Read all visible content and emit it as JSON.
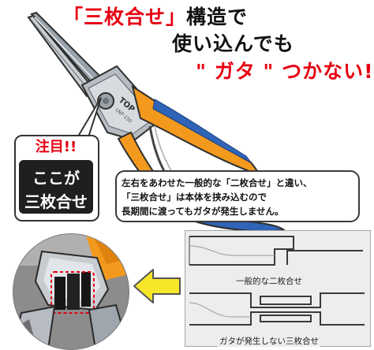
{
  "headline": {
    "line1_quoted": "「三枚合せ」",
    "line1_rest": "構造で",
    "line2": "使い込んでも",
    "line3": "\" ガタ \" つかない!"
  },
  "tool": {
    "brand_mark": "TOP",
    "model": "LNP-150"
  },
  "callout": {
    "attention": "注目!!",
    "line1": "ここが",
    "line2": "三枚合せ"
  },
  "info": {
    "line1": "左右をあわせた一般的な「二枚合せ」と違い、",
    "line2": "「三枚合せ」は本体を挟み込むので",
    "line3": "長期間に渡ってもガタが発生しません。"
  },
  "diagram": {
    "label_two_piece": "一般的な二枚合せ",
    "label_three_piece": "ガタが発生しない三枚合せ"
  },
  "colors": {
    "accent_red": "#e60012",
    "handle_orange": "#f39a1e",
    "handle_blue": "#2f64b8",
    "arrow_yellow": "#f7e62a"
  }
}
